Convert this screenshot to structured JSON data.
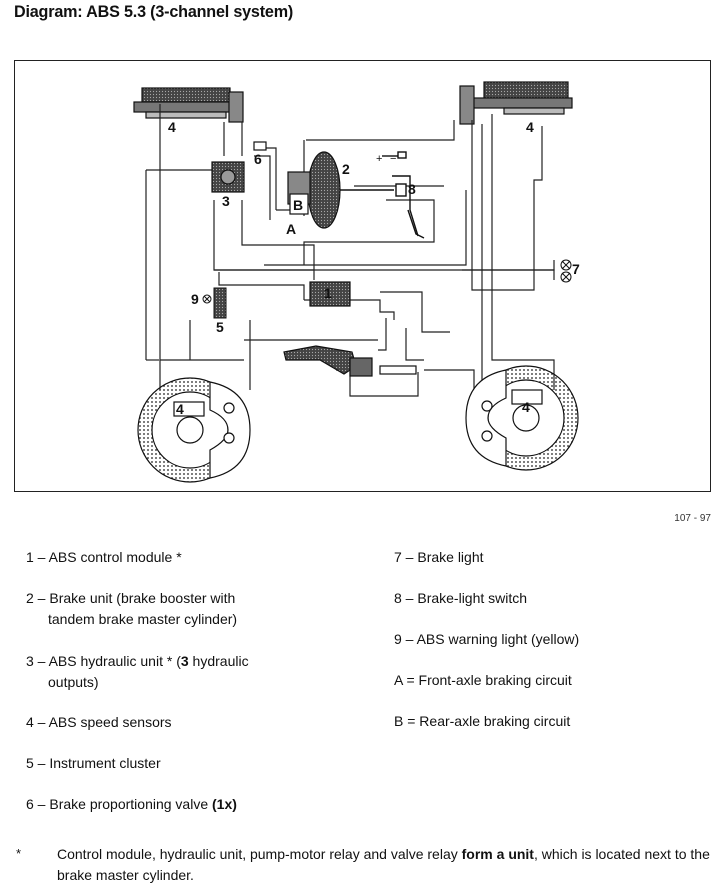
{
  "title": "Diagram: ABS 5.3 (3-channel system)",
  "figure_number": "107 - 97",
  "diagram_labels": {
    "l4_left": "4",
    "l4_right": "4",
    "l6": "6",
    "l2": "2",
    "l3": "3",
    "lB": "B",
    "lA": "A",
    "l8": "8",
    "l7": "7",
    "l9": "9",
    "l5": "5",
    "l1": "1",
    "l4_wheel_left": "4",
    "l4_wheel_right": "4",
    "plus": "+",
    "minus": "−"
  },
  "legend_left": [
    {
      "text": "1 – ABS control module *",
      "cont": ""
    },
    {
      "text": "2 – Brake unit (brake booster with",
      "cont": "tandem brake master cylinder)"
    },
    {
      "pre": "3 – ABS hydraulic unit * (",
      "bold": "3",
      "post": " hydraulic",
      "cont": "outputs)"
    },
    {
      "text": "4 – ABS speed sensors",
      "cont": ""
    },
    {
      "text": "5 – Instrument cluster",
      "cont": ""
    },
    {
      "pre": "6 – Brake proportioning valve ",
      "bold": "(1x)",
      "post": "",
      "cont": ""
    }
  ],
  "legend_right": [
    {
      "text": "7 – Brake light"
    },
    {
      "text": "8 – Brake-light switch"
    },
    {
      "text": "9 – ABS warning light (yellow)"
    },
    {
      "text": "A = Front-axle braking circuit"
    },
    {
      "text": "B = Rear-axle braking circuit"
    }
  ],
  "footnote": {
    "star": "*",
    "pre": "Control module, hydraulic unit, pump-motor relay and valve relay ",
    "bold": "form a unit",
    "post": ", which is located next to the brake master cylinder."
  }
}
